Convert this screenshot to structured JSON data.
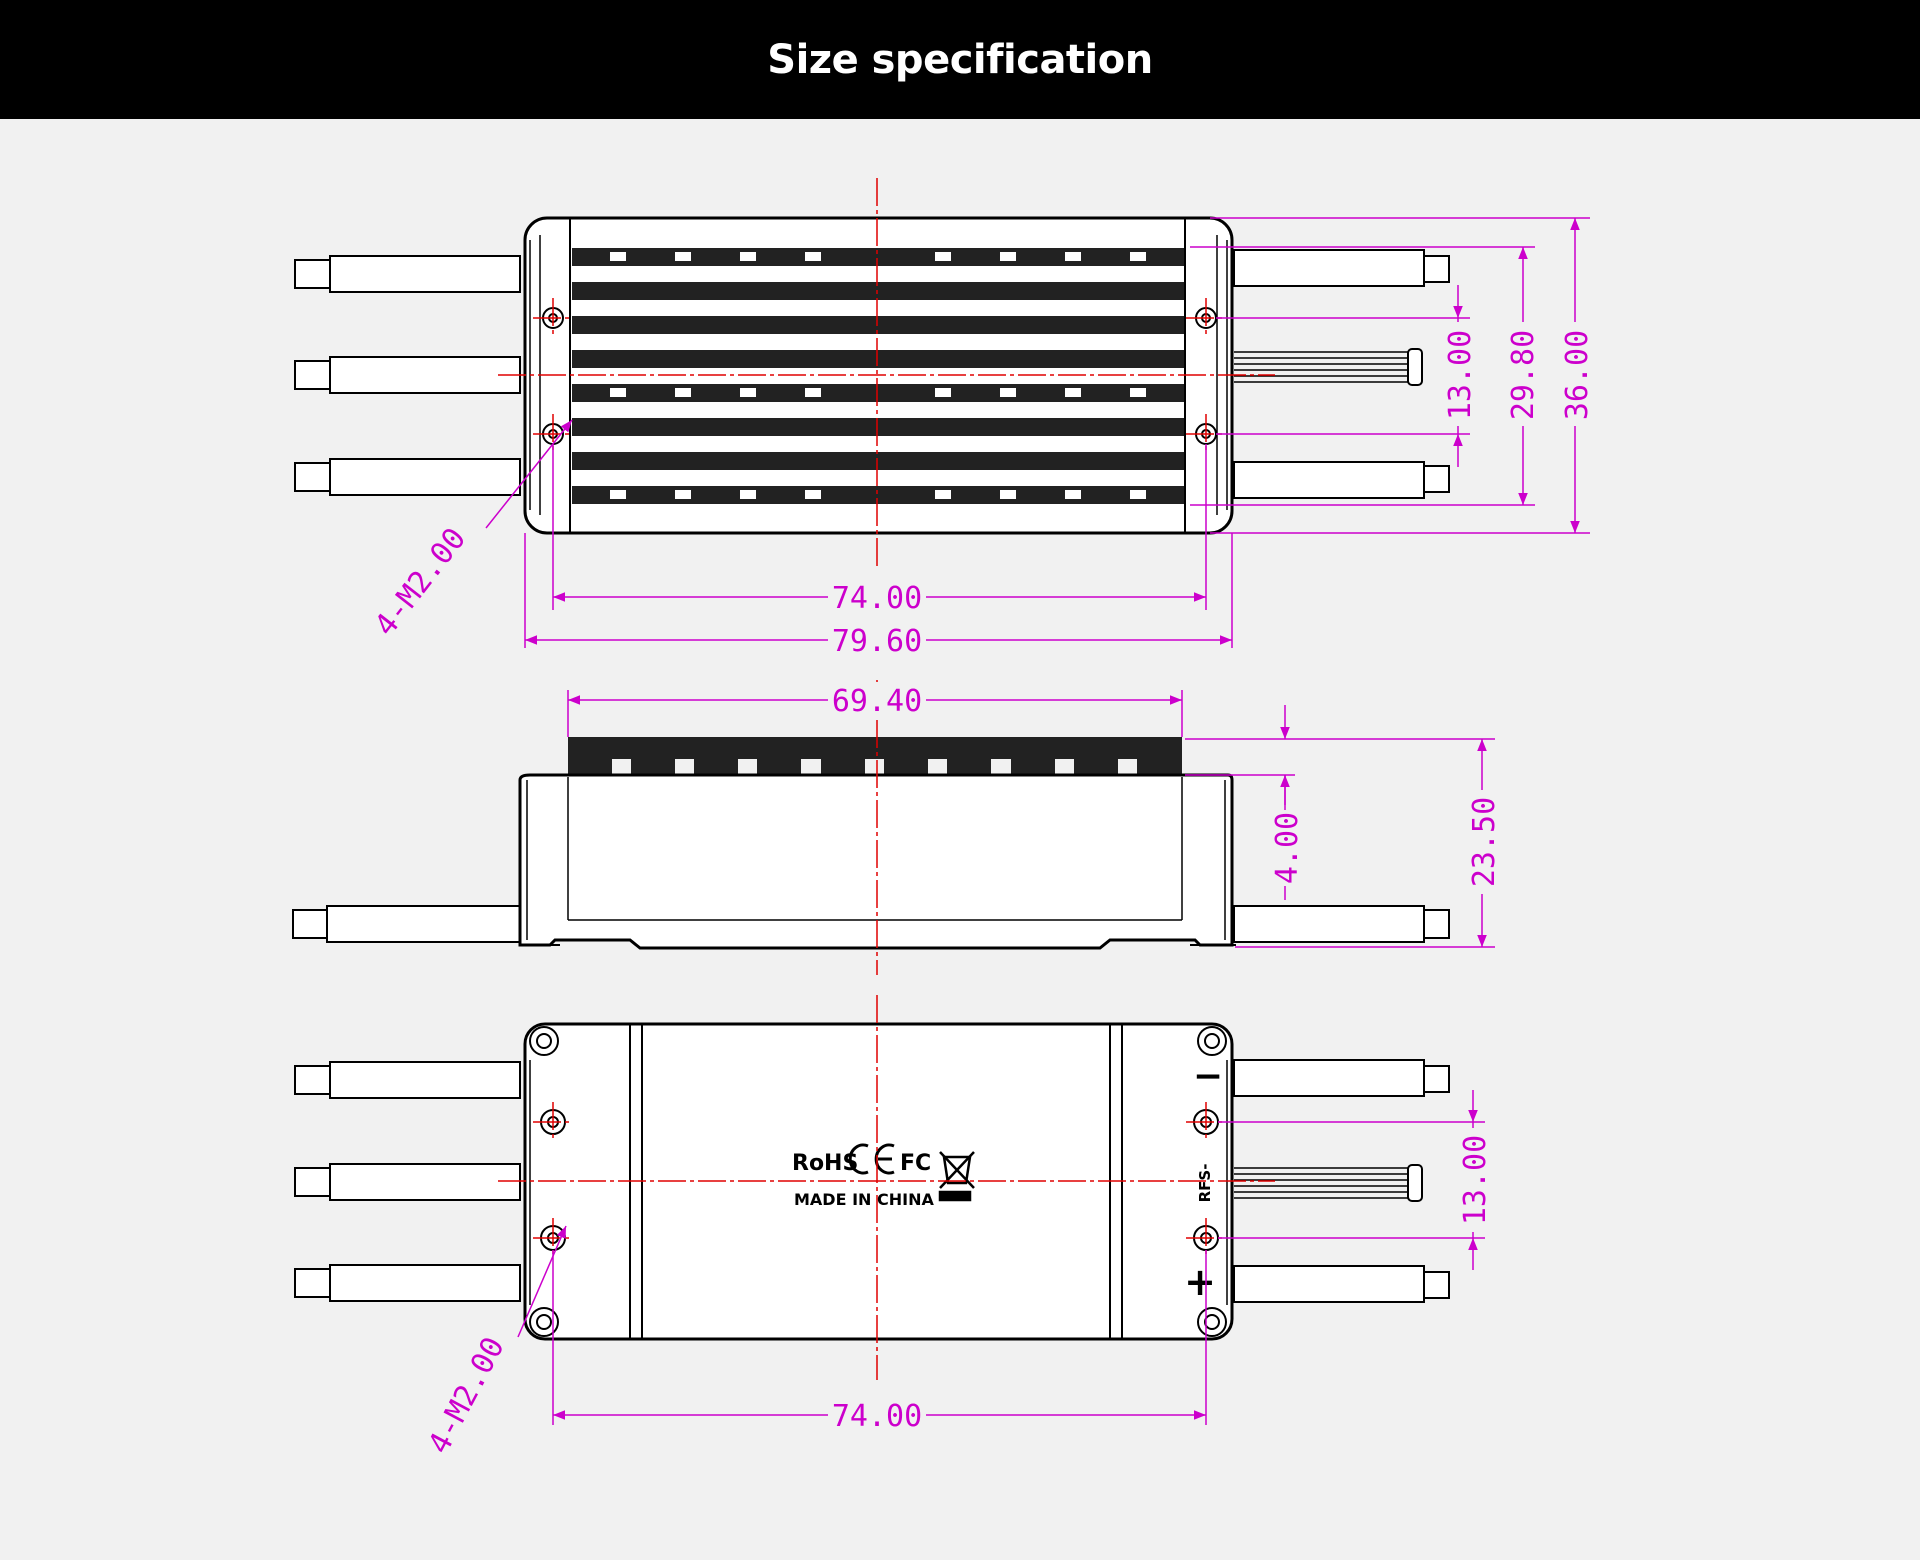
{
  "header": {
    "title": "Size specification"
  },
  "colors": {
    "header_bg": "#000000",
    "page_bg": "#f1f1f1",
    "outline": "#000000",
    "dimension": "#cc00cc",
    "centerline": "#e00000"
  },
  "views": {
    "top": {
      "overall_width": "79.60",
      "hole_spacing_x": "74.00",
      "overall_height": "36.00",
      "fin_span": "29.80",
      "hole_spacing_y": "13.00",
      "holes": "4-M2.00"
    },
    "side": {
      "fin_width": "69.40",
      "fin_height": "4.00",
      "overall_height": "23.50"
    },
    "bottom": {
      "hole_spacing_x": "74.00",
      "hole_spacing_y": "13.00",
      "holes": "4-M2.00",
      "markings": {
        "rohs": "RoHS",
        "ce": "CE",
        "fc": "FC",
        "made_in": "MADE IN CHINA",
        "minus": "−",
        "plus": "+",
        "rfs": "RFS-"
      }
    }
  }
}
